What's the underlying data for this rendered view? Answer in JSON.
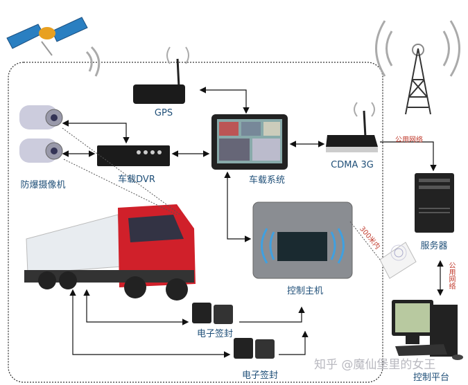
{
  "nodes": {
    "gps": "GPS",
    "dvr": "车载DVR",
    "camera": "防爆摄像机",
    "vehicle_system": "车载系统",
    "cdma": "CDMA 3G",
    "server": "服务器",
    "controller": "控制主机",
    "seal_1": "电子签封",
    "seal_2": "电子签封",
    "platform": "控制平台"
  },
  "links": {
    "public_network_1": "公用网络",
    "public_network_2": "公用网络",
    "range": "300米内"
  },
  "watermark": "知乎 @魔仙堡里的女王",
  "colors": {
    "label": "#1f4f78",
    "link_text": "#c0392b",
    "truck_cab": "#d0202a"
  }
}
